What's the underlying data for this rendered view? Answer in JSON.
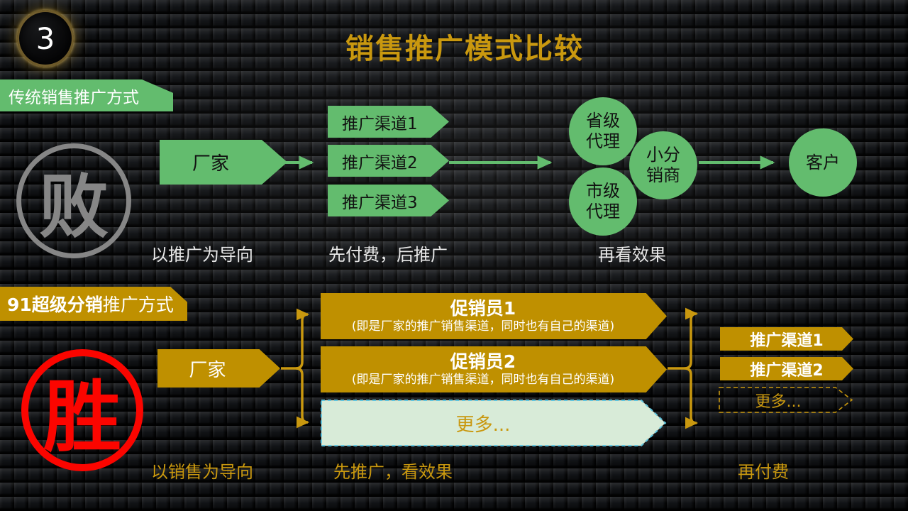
{
  "slide": {
    "number": "3",
    "title": "销售推广模式比较"
  },
  "colors": {
    "green": "#63BC6E",
    "gold": "#BF9000",
    "accent_gold_text": "#C9980F",
    "stamp_red": "#FB0500",
    "stamp_gray": "#868686",
    "mint": "#D8EBD8",
    "dash_cyan": "#5FC4DE"
  },
  "traditional": {
    "banner": "传统销售推广方式",
    "stamp": "败",
    "factory": "厂家",
    "channels": [
      "推广渠道1",
      "推广渠道2",
      "推广渠道3"
    ],
    "nodes": {
      "provincial": "省级代理",
      "city": "市级代理",
      "distributor": "小分销商",
      "customer": "客户"
    },
    "captions": [
      "以推广为导向",
      "先付费，后推广",
      "再看效果"
    ]
  },
  "super": {
    "banner_bold": "91超级分销",
    "banner_rest": "推广方式",
    "stamp": "胜",
    "factory": "厂家",
    "promoters": [
      {
        "title": "促销员1",
        "subtitle": "(即是厂家的推广销售渠道，同时也有自己的渠道)"
      },
      {
        "title": "促销员2",
        "subtitle": "(即是厂家的推广销售渠道，同时也有自己的渠道)"
      }
    ],
    "more_left": "更多...",
    "channels": [
      "推广渠道1",
      "推广渠道2"
    ],
    "more_right": "更多...",
    "captions": [
      "以销售为导向",
      "先推广，看效果",
      "再付费"
    ]
  }
}
